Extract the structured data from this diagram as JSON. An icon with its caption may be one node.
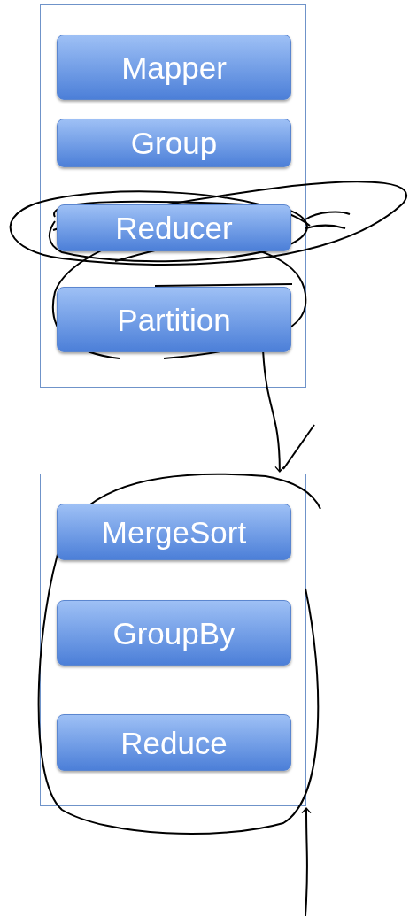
{
  "diagram": {
    "nodes": [
      {
        "text": [],
        "shape": "box"
      },
      {
        "text": [
          "Mapper"
        ],
        "in": 0
      },
      {
        "text": [
          "Group"
        ],
        "in": 0
      },
      {
        "text": [
          "Reducer"
        ],
        "in": 0
      },
      {
        "text": [
          "Partition"
        ],
        "in": 0
      },
      {
        "text": [],
        "shape": "box"
      },
      {
        "text": [
          "MergeSort"
        ],
        "in": 5
      },
      {
        "text": [
          "GroupBy"
        ],
        "in": 5
      },
      {
        "text": [
          "Reduce"
        ],
        "in": 5
      }
    ],
    "edges": [
      {
        "from": 4,
        "to": 5,
        "arrow": "to"
      },
      {
        "from": null,
        "to": 5,
        "arrow": "to"
      }
    ]
  }
}
